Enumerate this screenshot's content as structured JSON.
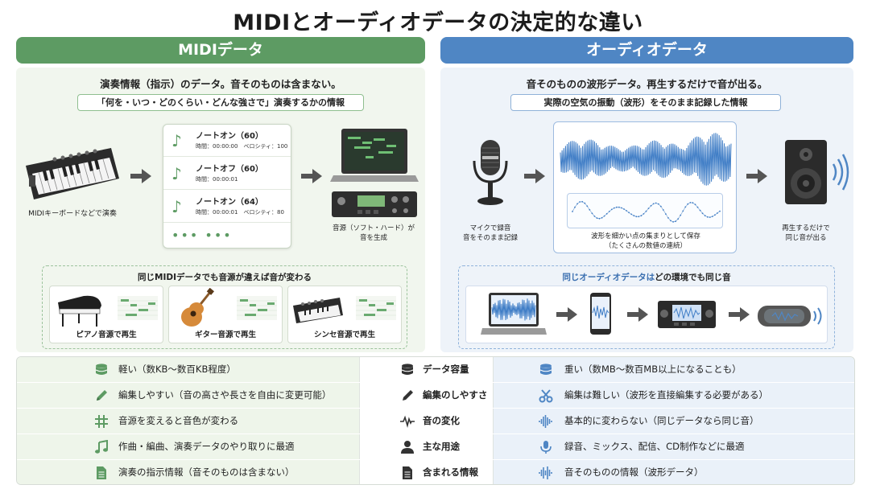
{
  "title": "MIDIとオーディオデータの決定的な違い",
  "midi": {
    "header": "MIDIデータ",
    "lead": "演奏情報（指示）のデータ。音そのものは含まない。",
    "note": "「何を・いつ・どのくらい・どんな強さで」演奏するかの情報",
    "keyboard_caption": "MIDIキーボードなどで演奏",
    "events": [
      {
        "name": "ノートオン（60）",
        "detail": "時間：00:00:00　ベロシティ：100"
      },
      {
        "name": "ノートオフ（60）",
        "detail": "時間：00:00:01"
      },
      {
        "name": "ノートオン（64）",
        "detail": "時間：00:00:01　ベロシティ：80"
      }
    ],
    "more": "••• •••",
    "source_caption_1": "音源（ソフト・ハード）が",
    "source_caption_2": "音を生成",
    "instruments_title": "同じMIDIデータでも音源が違えば音が変わる",
    "instruments": [
      "ピアノ音源で再生",
      "ギター音源で再生",
      "シンセ音源で再生"
    ]
  },
  "audio": {
    "header": "オーディオデータ",
    "lead": "音そのものの波形データ。再生するだけで音が出る。",
    "note": "実際の空気の振動（波形）をそのまま記録した情報",
    "mic_caption_1": "マイクで録音",
    "mic_caption_2": "音をそのまま記録",
    "wave_caption_1": "波形を細かい点の集まりとして保存",
    "wave_caption_2": "（たくさんの数値の連続）",
    "speaker_caption_1": "再生するだけで",
    "speaker_caption_2": "同じ音が出る",
    "devices_title_a": "同じオーディオデータは",
    "devices_title_b": "どの環境でも同じ音"
  },
  "table": [
    {
      "midi": "軽い（数KB〜数百KB程度）",
      "label": "データ容量",
      "audio": "重い（数MB〜数百MB以上になることも）",
      "icons": [
        "database-icon",
        "database-icon",
        "database-icon"
      ]
    },
    {
      "midi": "編集しやすい（音の高さや長さを自由に変更可能）",
      "label": "編集のしやすさ",
      "audio": "編集は難しい（波形を直接編集する必要がある）",
      "icons": [
        "pencil-icon",
        "pencil-icon",
        "scissors-icon"
      ]
    },
    {
      "midi": "音源を変えると音色が変わる",
      "label": "音の変化",
      "audio": "基本的に変わらない（同じデータなら同じ音）",
      "icons": [
        "grid-icon",
        "pulse-icon",
        "waveform-icon"
      ]
    },
    {
      "midi": "作曲・編曲、演奏データのやり取りに最適",
      "label": "主な用途",
      "audio": "録音、ミックス、配信、CD制作などに最適",
      "icons": [
        "music-note-icon",
        "person-icon",
        "microphone-icon"
      ]
    },
    {
      "midi": "演奏の指示情報（音そのものは含まない）",
      "label": "含まれる情報",
      "audio": "音そのものの情報（波形データ）",
      "icons": [
        "document-icon",
        "document-icon",
        "waveform-icon"
      ]
    }
  ],
  "colors": {
    "midi_green": "#5d9b63",
    "audio_blue": "#4f86c4"
  }
}
